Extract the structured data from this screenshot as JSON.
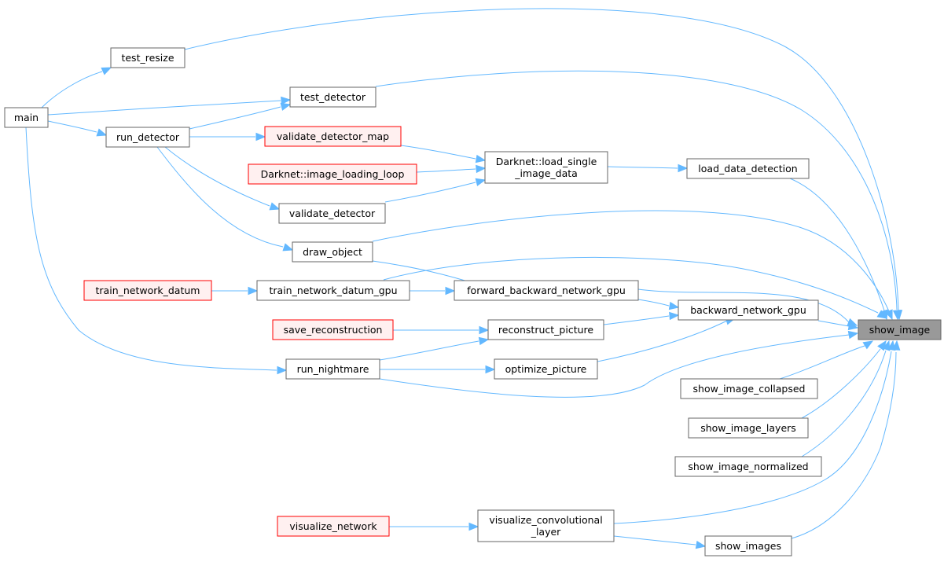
{
  "diagram": {
    "nodes": [
      {
        "id": "show_image",
        "lines": [
          "show_image"
        ],
        "style": "focus"
      },
      {
        "id": "main",
        "lines": [
          "main"
        ],
        "style": "normal"
      },
      {
        "id": "test_resize",
        "lines": [
          "test_resize"
        ],
        "style": "normal"
      },
      {
        "id": "test_detector",
        "lines": [
          "test_detector"
        ],
        "style": "normal"
      },
      {
        "id": "run_detector",
        "lines": [
          "run_detector"
        ],
        "style": "normal"
      },
      {
        "id": "validate_detector_map",
        "lines": [
          "validate_detector_map"
        ],
        "style": "red"
      },
      {
        "id": "image_loading_loop",
        "lines": [
          "Darknet::image_loading_loop"
        ],
        "style": "red"
      },
      {
        "id": "load_single_image_data",
        "lines": [
          "Darknet::load_single",
          "_image_data"
        ],
        "style": "normal"
      },
      {
        "id": "load_data_detection",
        "lines": [
          "load_data_detection"
        ],
        "style": "normal"
      },
      {
        "id": "validate_detector",
        "lines": [
          "validate_detector"
        ],
        "style": "normal"
      },
      {
        "id": "draw_object",
        "lines": [
          "draw_object"
        ],
        "style": "normal"
      },
      {
        "id": "train_network_datum",
        "lines": [
          "train_network_datum"
        ],
        "style": "red"
      },
      {
        "id": "train_network_datum_gpu",
        "lines": [
          "train_network_datum_gpu"
        ],
        "style": "normal"
      },
      {
        "id": "forward_backward_network_gpu",
        "lines": [
          "forward_backward_network_gpu"
        ],
        "style": "normal"
      },
      {
        "id": "backward_network_gpu",
        "lines": [
          "backward_network_gpu"
        ],
        "style": "normal"
      },
      {
        "id": "save_reconstruction",
        "lines": [
          "save_reconstruction"
        ],
        "style": "red"
      },
      {
        "id": "reconstruct_picture",
        "lines": [
          "reconstruct_picture"
        ],
        "style": "normal"
      },
      {
        "id": "run_nightmare",
        "lines": [
          "run_nightmare"
        ],
        "style": "normal"
      },
      {
        "id": "optimize_picture",
        "lines": [
          "optimize_picture"
        ],
        "style": "normal"
      },
      {
        "id": "show_image_collapsed",
        "lines": [
          "show_image_collapsed"
        ],
        "style": "normal"
      },
      {
        "id": "show_image_layers",
        "lines": [
          "show_image_layers"
        ],
        "style": "normal"
      },
      {
        "id": "show_image_normalized",
        "lines": [
          "show_image_normalized"
        ],
        "style": "normal"
      },
      {
        "id": "visualize_network",
        "lines": [
          "visualize_network"
        ],
        "style": "red"
      },
      {
        "id": "visualize_convolutional_layer",
        "lines": [
          "visualize_convolutional",
          "_layer"
        ],
        "style": "normal"
      },
      {
        "id": "show_images",
        "lines": [
          "show_images"
        ],
        "style": "normal"
      }
    ],
    "edges": [
      {
        "from": "test_resize",
        "to": "show_image"
      },
      {
        "from": "test_detector",
        "to": "show_image"
      },
      {
        "from": "draw_object",
        "to": "show_image"
      },
      {
        "from": "train_network_datum_gpu",
        "to": "show_image"
      },
      {
        "from": "load_data_detection",
        "to": "show_image"
      },
      {
        "from": "forward_backward_network_gpu",
        "to": "show_image"
      },
      {
        "from": "backward_network_gpu",
        "to": "show_image"
      },
      {
        "from": "run_nightmare",
        "to": "show_image"
      },
      {
        "from": "show_image_collapsed",
        "to": "show_image"
      },
      {
        "from": "show_image_layers",
        "to": "show_image"
      },
      {
        "from": "show_image_normalized",
        "to": "show_image"
      },
      {
        "from": "visualize_convolutional_layer",
        "to": "show_image"
      },
      {
        "from": "show_images",
        "to": "show_image"
      },
      {
        "from": "main",
        "to": "test_resize"
      },
      {
        "from": "main",
        "to": "test_detector"
      },
      {
        "from": "main",
        "to": "run_detector"
      },
      {
        "from": "main",
        "to": "run_nightmare"
      },
      {
        "from": "run_detector",
        "to": "test_detector"
      },
      {
        "from": "run_detector",
        "to": "validate_detector_map"
      },
      {
        "from": "run_detector",
        "to": "validate_detector"
      },
      {
        "from": "run_detector",
        "to": "draw_object"
      },
      {
        "from": "validate_detector_map",
        "to": "load_single_image_data"
      },
      {
        "from": "image_loading_loop",
        "to": "load_single_image_data"
      },
      {
        "from": "validate_detector",
        "to": "load_single_image_data"
      },
      {
        "from": "load_single_image_data",
        "to": "load_data_detection"
      },
      {
        "from": "train_network_datum",
        "to": "train_network_datum_gpu"
      },
      {
        "from": "train_network_datum_gpu",
        "to": "forward_backward_network_gpu"
      },
      {
        "from": "draw_object",
        "to": "forward_backward_network_gpu"
      },
      {
        "from": "forward_backward_network_gpu",
        "to": "backward_network_gpu"
      },
      {
        "from": "reconstruct_picture",
        "to": "backward_network_gpu"
      },
      {
        "from": "optimize_picture",
        "to": "backward_network_gpu"
      },
      {
        "from": "save_reconstruction",
        "to": "reconstruct_picture"
      },
      {
        "from": "run_nightmare",
        "to": "reconstruct_picture"
      },
      {
        "from": "run_nightmare",
        "to": "optimize_picture"
      },
      {
        "from": "visualize_network",
        "to": "visualize_convolutional_layer"
      },
      {
        "from": "visualize_convolutional_layer",
        "to": "show_images"
      }
    ],
    "colors": {
      "edge": "#63b8ff",
      "node_border": "#666666",
      "node_fill": "#ffffff",
      "focus_fill": "#999999",
      "undocumented_border": "#ff0000",
      "undocumented_fill": "#fff0f0"
    }
  }
}
